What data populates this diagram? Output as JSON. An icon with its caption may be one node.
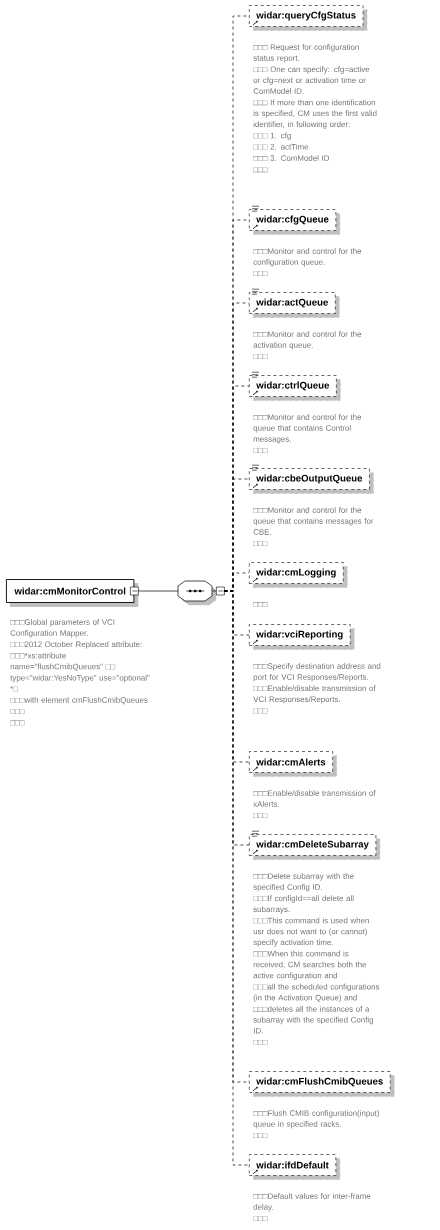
{
  "diagram": {
    "nodes": [
      {
        "text": [
          "widar:cmMonitorControl"
        ],
        "beside": [
          "□□□Global parameters of VCI Configuration Mapper.",
          "□□□2012 October Replaced attribute:",
          "□□□*xs:attribute name=\"flushCmibQueues\" □□",
          "type=\"widar:YesNoType\" use=\"optional\" *□",
          "□□□with element cmFlushCmibQueues",
          "□□□",
          "□□□"
        ]
      },
      {
        "text": [],
        "shape": "octagon"
      },
      {
        "text": [
          "widar:queryCfgStatus"
        ],
        "beside": [
          "□□□ Request for configuration status report.",
          "□□□ One can specify: cfg=active or cfg=next or activation time or ComModel ID.",
          "□□□ If more than one identification is specified, CM uses the first valid identifier, in following order:",
          "□□□ 1. cfg",
          "□□□ 2. actTime",
          "□□□ 3. ComModel ID",
          "□□□"
        ]
      },
      {
        "text": [
          "widar:cfgQueue"
        ],
        "beside": [
          "□□□Monitor and control for the configuration queue.",
          "□□□"
        ]
      },
      {
        "text": [
          "widar:actQueue"
        ],
        "beside": [
          "□□□Monitor and control for the activation queue.",
          "□□□"
        ]
      },
      {
        "text": [
          "widar:ctrlQueue"
        ],
        "beside": [
          "□□□Monitor and control for the queue that contains Control messages.",
          "□□□"
        ]
      },
      {
        "text": [
          "widar:cbeOutputQueue"
        ],
        "beside": [
          "□□□Monitor and control for the queue that contains messages for CBE.",
          "□□□"
        ]
      },
      {
        "text": [
          "widar:cmLogging"
        ],
        "beside": [
          "□□□"
        ]
      },
      {
        "text": [
          "widar:vciReporting"
        ],
        "beside": [
          "□□□Specify destination address and port for VCI Responses/Reports.",
          "□□□Enable/disable transmission of VCI Responses/Reports.",
          "□□□"
        ]
      },
      {
        "text": [
          "widar:cmAlerts"
        ],
        "beside": [
          "□□□Enable/disable transmission of xAlerts.",
          "□□□"
        ]
      },
      {
        "text": [
          "widar:cmDeleteSubarray"
        ],
        "beside": [
          "□□□Delete subarray with the specified Config ID.",
          "□□□If configId==all delete all subarrays.",
          "□□□This command is used when usr does not want to (or cannot) specify activation time.",
          "□□□When this command is received, CM searches both the active configuration and",
          "□□□all the scheduled configurations (in the Activation Queue) and",
          "□□□deletes all the instances of a subarray with the specified Config ID.",
          "□□□"
        ]
      },
      {
        "text": [
          "widar:cmFlushCmibQueues"
        ],
        "beside": [
          "□□□Flush CMIB configuration(input) queue in specified racks.",
          "□□□"
        ]
      },
      {
        "text": [
          "widar:ifdDefault"
        ],
        "beside": [
          "□□□Default values for inter-frame delay.",
          "□□□"
        ]
      }
    ],
    "edges": [
      {
        "from": 0,
        "to": 1,
        "arrow": "none"
      },
      {
        "from": 1,
        "to": 2,
        "arrow": "none",
        "style": "dashed"
      },
      {
        "from": 1,
        "to": 3,
        "arrow": "none",
        "style": "dashed"
      },
      {
        "from": 1,
        "to": 4,
        "arrow": "none",
        "style": "dashed"
      },
      {
        "from": 1,
        "to": 5,
        "arrow": "none",
        "style": "dashed"
      },
      {
        "from": 1,
        "to": 6,
        "arrow": "none",
        "style": "dashed"
      },
      {
        "from": 1,
        "to": 7,
        "arrow": "none",
        "style": "dashed"
      },
      {
        "from": 1,
        "to": 8,
        "arrow": "none",
        "style": "dashed"
      },
      {
        "from": 1,
        "to": 9,
        "arrow": "none",
        "style": "dashed"
      },
      {
        "from": 1,
        "to": 10,
        "arrow": "none",
        "style": "dashed"
      },
      {
        "from": 1,
        "to": 11,
        "arrow": "none",
        "style": "dashed"
      },
      {
        "from": 1,
        "to": 12,
        "arrow": "none",
        "style": "dashed"
      }
    ]
  }
}
